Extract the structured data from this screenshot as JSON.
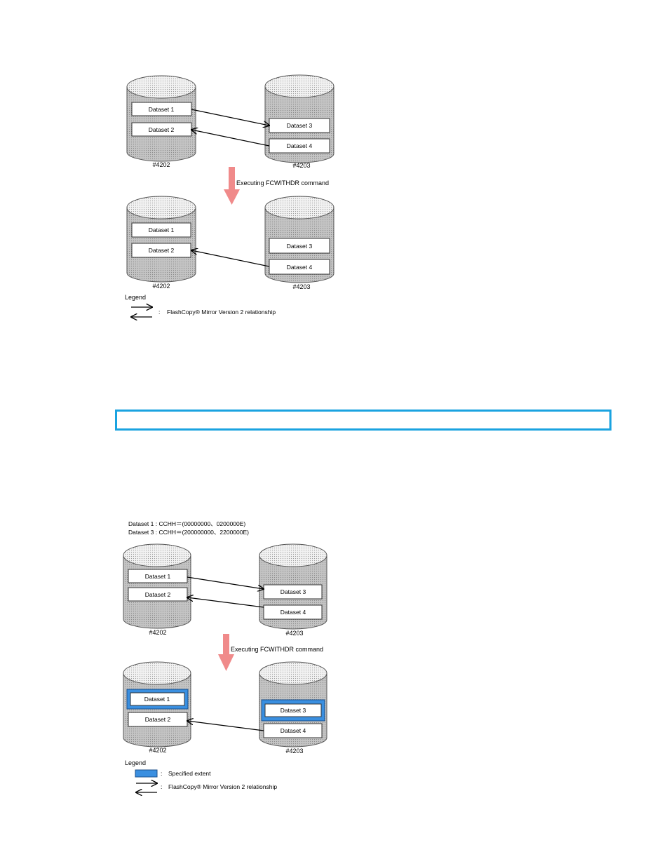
{
  "figure1": {
    "before": {
      "source_volume": "#4202",
      "target_volume": "#4203",
      "source_datasets": [
        "Dataset 1",
        "Dataset 2"
      ],
      "target_datasets": [
        "Dataset 3",
        "Dataset 4"
      ]
    },
    "command": "Executing FCWITHDR command",
    "after": {
      "source_volume": "#4202",
      "target_volume": "#4203",
      "source_datasets": [
        "Dataset 1",
        "Dataset 2"
      ],
      "target_datasets": [
        "Dataset 3",
        "Dataset 4"
      ]
    },
    "legend": {
      "title": "Legend",
      "relationship_colon": ":",
      "relationship_text": "FlashCopy® Mirror Version 2 relationship"
    }
  },
  "figure2": {
    "extent_line1": "Dataset 1 : CCHH＝(00000000、0200000E)",
    "extent_line2": "Dataset 3 : CCHH＝(200000000、2200000E)",
    "before": {
      "source_volume": "#4202",
      "target_volume": "#4203",
      "source_datasets": [
        "Dataset 1",
        "Dataset 2"
      ],
      "target_datasets": [
        "Dataset 3",
        "Dataset 4"
      ]
    },
    "command": "Executing FCWITHDR command",
    "after": {
      "source_volume": "#4202",
      "target_volume": "#4203",
      "source_datasets": [
        "Dataset 1",
        "Dataset 2"
      ],
      "target_datasets": [
        "Dataset 3",
        "Dataset 4"
      ]
    },
    "legend": {
      "title": "Legend",
      "extent_colon": ":",
      "extent_text": "Specified extent",
      "relationship_colon": ":",
      "relationship_text": "FlashCopy® Mirror Version 2 relationship"
    }
  },
  "colors": {
    "cylinder_fill": "#bdbdbd",
    "command_arrow": "#f08a8a",
    "extent_highlight": "#3a8fe0",
    "note_border": "#1aa3e0"
  }
}
